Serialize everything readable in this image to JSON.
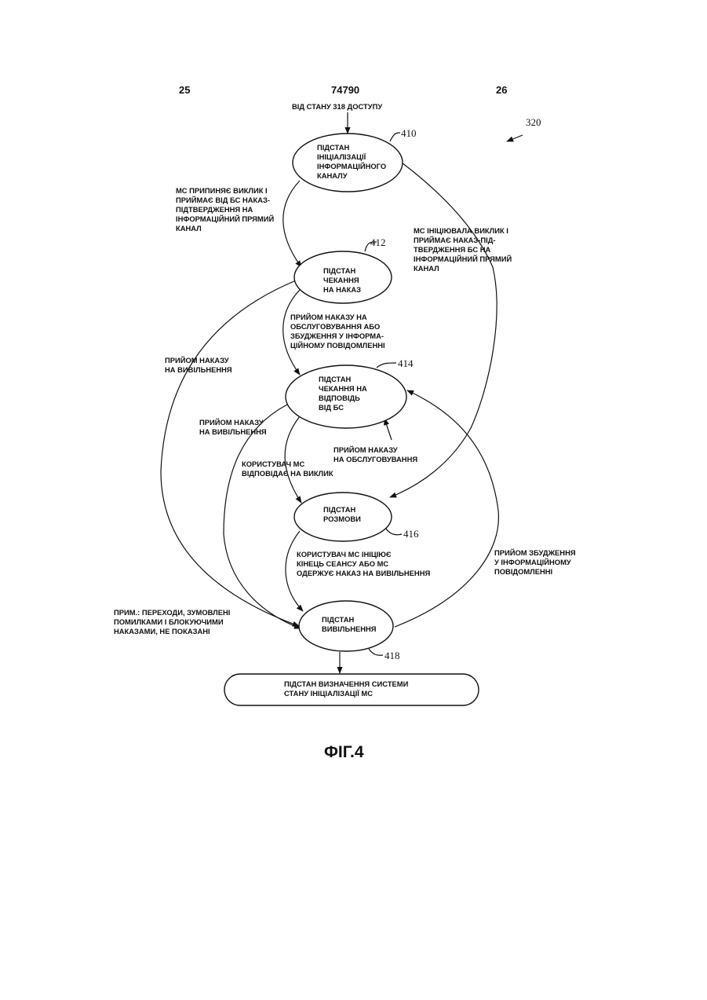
{
  "header": {
    "left_page": "25",
    "doc_number": "74790",
    "right_page": "26"
  },
  "figure": {
    "ref": "320",
    "caption": "ФІГ.4"
  },
  "entry_label": "ВІД СТАНУ 318 ДОСТУПУ",
  "nodes": [
    {
      "id": "410",
      "ref": "410",
      "lines": [
        "ПІДСТАН",
        "ІНІЦІАЛІЗАЦІЇ",
        "ІНФОРМАЦІЙНОГО",
        "КАНАЛУ"
      ]
    },
    {
      "id": "412",
      "ref": "412",
      "lines": [
        "ПІДСТАН",
        "ЧЕКАННЯ",
        "НА НАКАЗ"
      ]
    },
    {
      "id": "414",
      "ref": "414",
      "lines": [
        "ПІДСТАН",
        "ЧЕКАННЯ НА",
        "ВІДПОВІДЬ",
        "ВІД БС"
      ]
    },
    {
      "id": "416",
      "ref": "416",
      "lines": [
        "ПІДСТАН",
        "РОЗМОВИ"
      ]
    },
    {
      "id": "418",
      "ref": "418",
      "lines": [
        "ПІДСТАН",
        "ВИВІЛЬНЕННЯ"
      ]
    }
  ],
  "terminal": {
    "lines": [
      "ПІДСТАН ВИЗНАЧЕННЯ СИСТЕМИ",
      "СТАНУ ІНІЦІАЛІЗАЦІЇ МС"
    ]
  },
  "edge_labels": [
    {
      "id": "e410_412",
      "lines": [
        "МС ПРИПИНЯЄ ВИКЛИК І",
        "ПРИЙМАЄ ВІД БС НАКАЗ-",
        "ПІДТВЕРДЖЕННЯ НА",
        "ІНФОРМАЦІЙНИЙ ПРЯМИЙ",
        "КАНАЛ"
      ]
    },
    {
      "id": "e410_416",
      "lines": [
        "МС ІНІЦІЮВАЛА ВИКЛИК І",
        "ПРИЙМАЄ НАКАЗ-ПІД-",
        "ТВЕРДЖЕННЯ БС НА",
        "ІНФОРМАЦІЙНИЙ ПРЯМИЙ",
        "КАНАЛ"
      ]
    },
    {
      "id": "e412_414",
      "lines": [
        "ПРИЙОМ НАКАЗУ НА",
        "ОБСЛУГОВУВАННЯ АБО",
        "ЗБУДЖЕННЯ У ІНФОРМА-",
        "ЦІЙНОМУ ПОВІДОМЛЕННІ"
      ]
    },
    {
      "id": "e412_418",
      "lines": [
        "ПРИЙОМ НАКАЗУ",
        "НА ВИВІЛЬНЕННЯ"
      ]
    },
    {
      "id": "e414_418",
      "lines": [
        "ПРИЙОМ НАКАЗУ",
        "НА ВИВІЛЬНЕННЯ"
      ]
    },
    {
      "id": "e416_414",
      "lines": [
        "ПРИЙОМ НАКАЗУ",
        "НА ОБСЛУГОВУВАННЯ"
      ]
    },
    {
      "id": "e414_416",
      "lines": [
        "КОРИСТУВАЧ МС",
        "ВІДПОВІДАЄ НА ВИКЛИК"
      ]
    },
    {
      "id": "e416_418",
      "lines": [
        "КОРИСТУВАЧ МС ІНІЦІЮЄ",
        "КІНЕЦЬ СЕАНСУ АБО МС",
        "ОДЕРЖУЄ НАКАЗ НА ВИВІЛЬНЕННЯ"
      ]
    },
    {
      "id": "e418_414",
      "lines": [
        "ПРИЙОМ ЗБУДЖЕННЯ",
        "У ІНФОРМАЦІЙНОМУ",
        "ПОВІДОМЛЕННІ"
      ]
    }
  ],
  "note": {
    "lines": [
      "ПРИМ.: ПЕРЕХОДИ, ЗУМОВЛЕНІ",
      "ПОМИЛКАМИ І БЛОКУЮЧИМИ",
      "НАКАЗАМИ, НЕ ПОКАЗАНІ"
    ]
  }
}
